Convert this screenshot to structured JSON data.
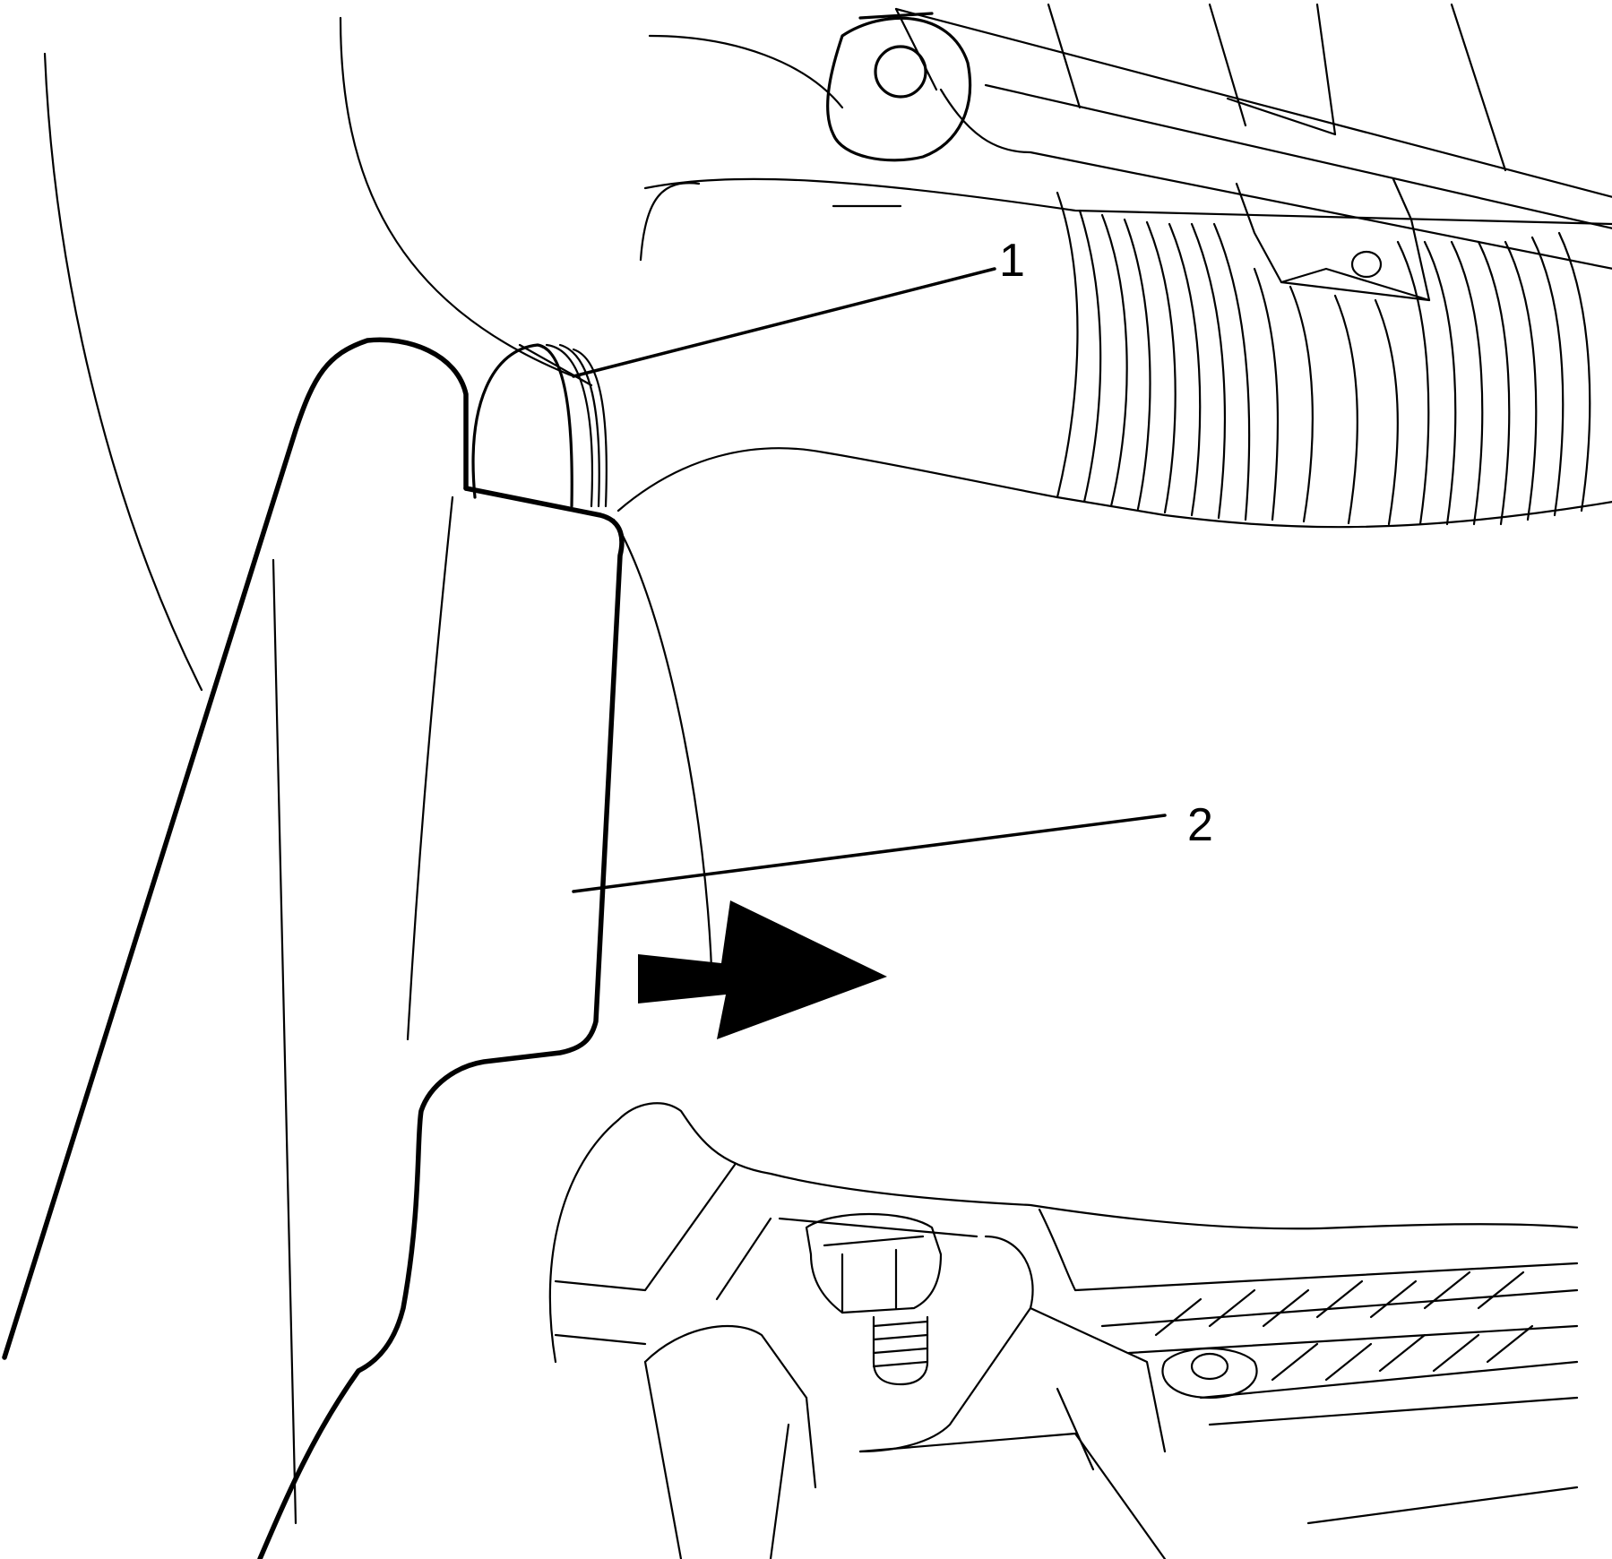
{
  "diagram": {
    "callouts": [
      {
        "id": "callout-1",
        "label": "1"
      },
      {
        "id": "callout-2",
        "label": "2"
      }
    ],
    "colors": {
      "line": "#000000",
      "background": "#ffffff",
      "arrow_fill": "#000000"
    },
    "icons": [
      "direction-arrow-icon"
    ]
  }
}
